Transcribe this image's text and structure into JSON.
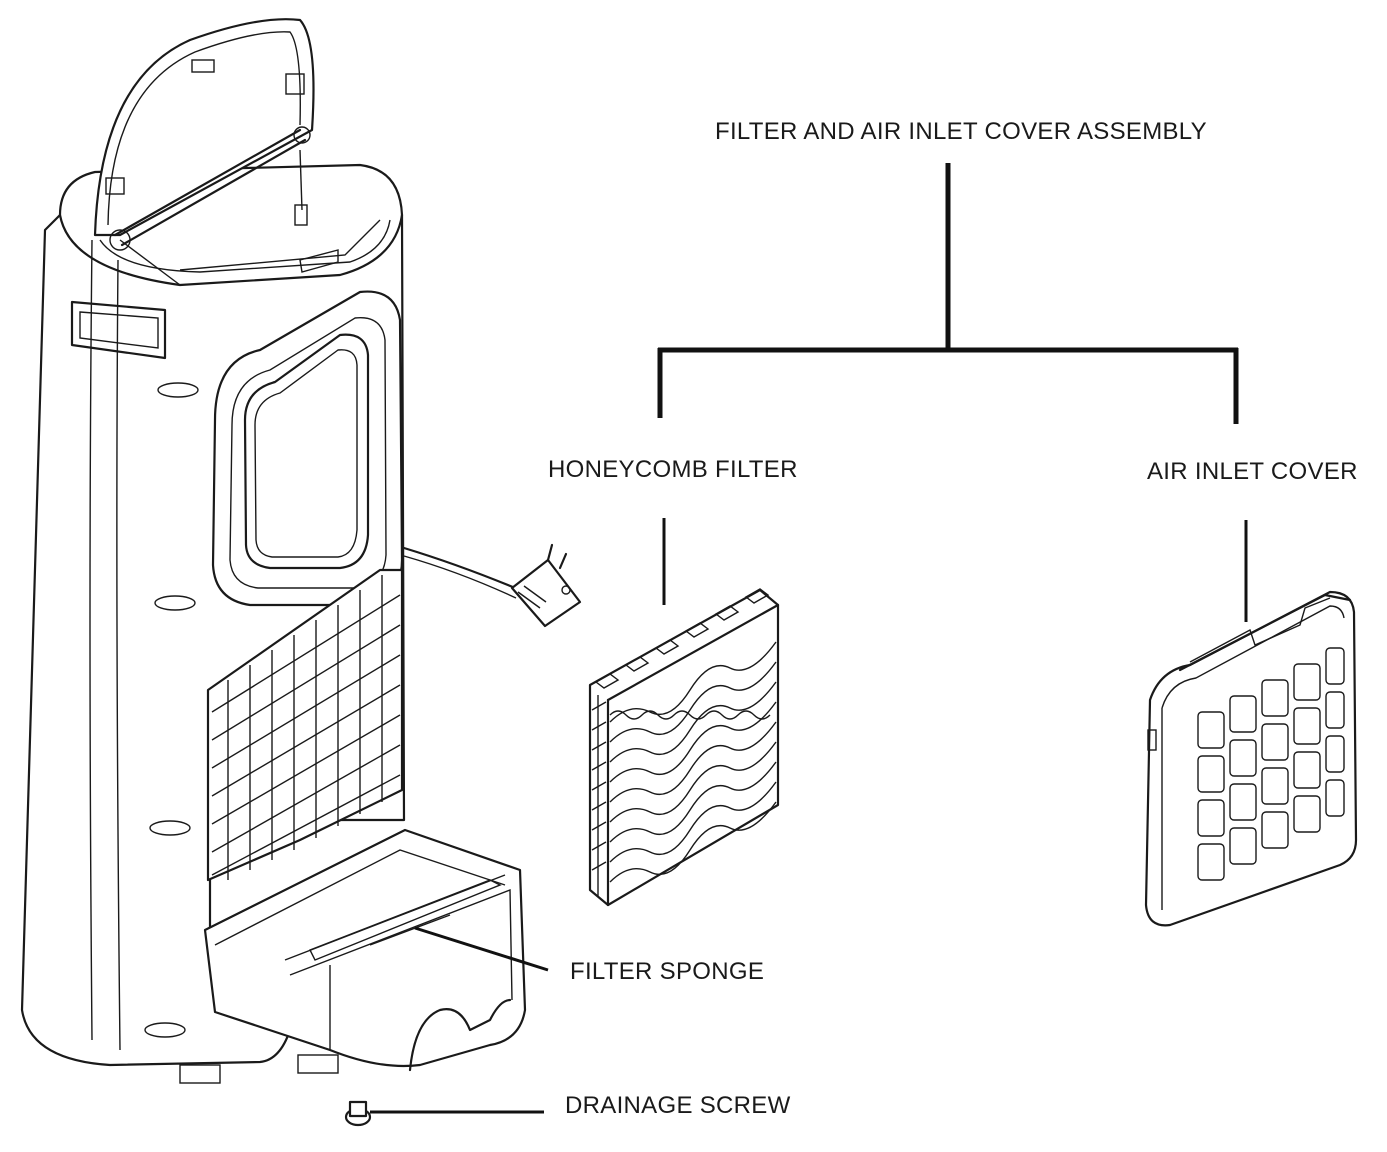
{
  "labels": {
    "assembly": "FILTER AND AIR INLET COVER ASSEMBLY",
    "honeycomb": "HONEYCOMB FILTER",
    "air_inlet": "AIR INLET COVER",
    "sponge": "FILTER SPONGE",
    "drain": "DRAINAGE SCREW"
  },
  "colors": {
    "line": "#1a1a1a",
    "background": "#ffffff"
  }
}
